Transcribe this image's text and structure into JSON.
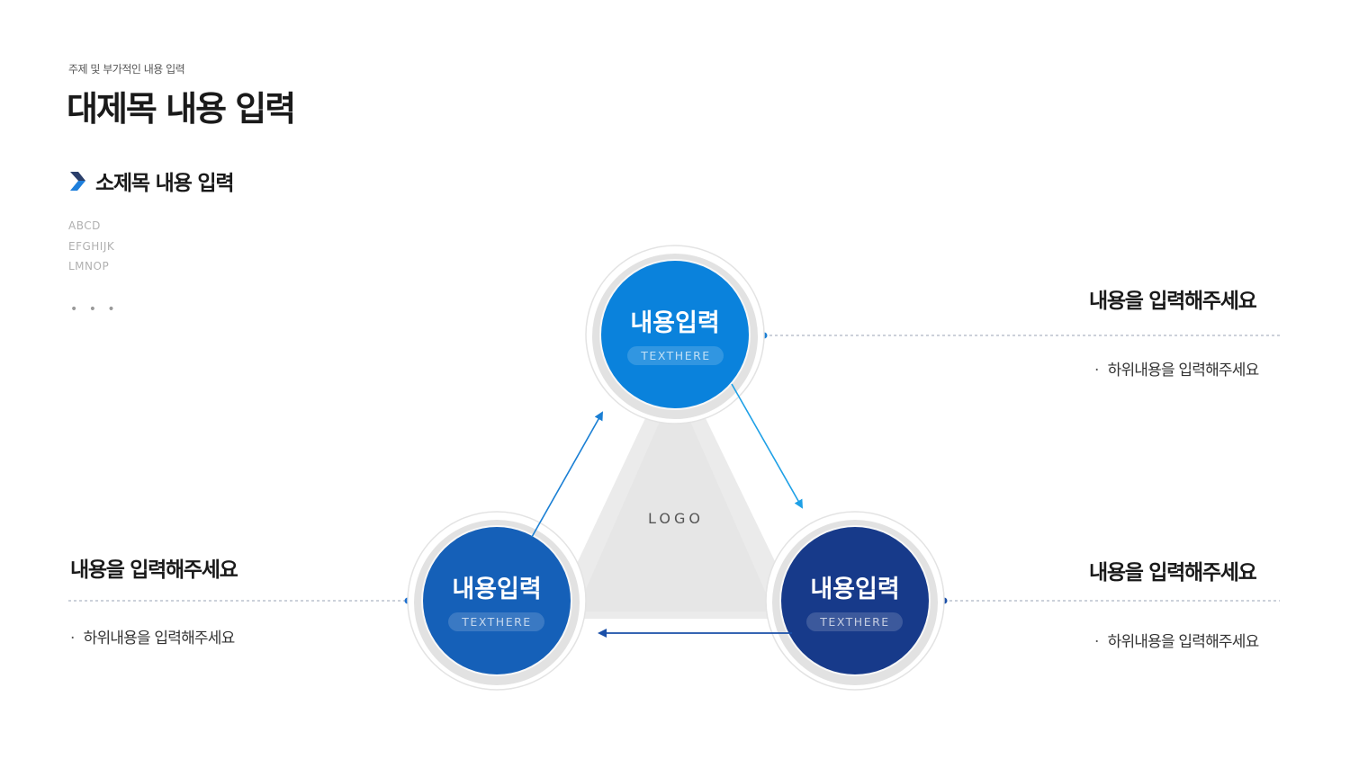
{
  "header": {
    "kicker": "주제 및 부가적인 내용 입력",
    "title": "대제목 내용 입력"
  },
  "subsection": {
    "title": "소제목 내용 입력",
    "lines": [
      "ABCD",
      "EFGHIJK",
      "LMNOP"
    ],
    "ellipsis": "• • •"
  },
  "diagram": {
    "logo": "LOGO",
    "nodes": [
      {
        "title": "내용입력",
        "tag": "TEXTHERE",
        "color": "#0a82dc"
      },
      {
        "title": "내용입력",
        "tag": "TEXTHERE",
        "color": "#1560b8"
      },
      {
        "title": "내용입력",
        "tag": "TEXTHERE",
        "color": "#173a8a"
      }
    ],
    "accent_colors": {
      "arrow_blue": "#1a7fd4",
      "arrow_light": "#1ea0e6",
      "arrow_navy": "#1a4fa8",
      "connector": "#9aa3b5",
      "triangle": "#ebebeb",
      "ring": "#e3e3e3"
    }
  },
  "panels": {
    "top_right": {
      "heading": "내용을 입력해주세요",
      "bullet": "·",
      "body": "하위내용을 입력해주세요"
    },
    "bottom_left": {
      "heading": "내용을 입력해주세요",
      "bullet": "·",
      "body": "하위내용을 입력해주세요"
    },
    "bottom_right": {
      "heading": "내용을 입력해주세요",
      "bullet": "·",
      "body": "하위내용을 입력해주세요"
    }
  }
}
